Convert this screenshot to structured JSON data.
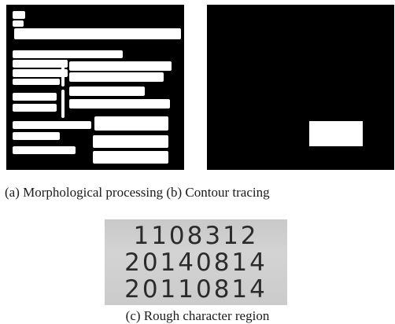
{
  "figure": {
    "caption_ab": "(a)    Morphological processing  (b) Contour tracing",
    "caption_c": "(c) Rough character region",
    "rough_region_digits": [
      "1108312",
      "20140814",
      "20110814"
    ]
  }
}
